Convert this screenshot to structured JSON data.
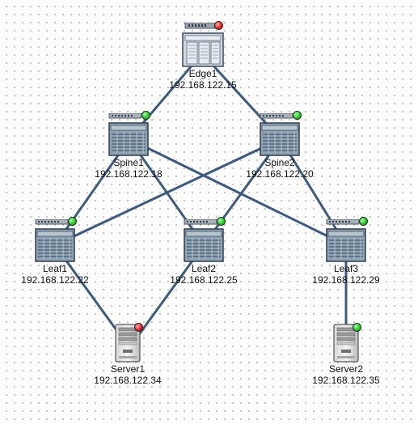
{
  "topology": {
    "nodes": [
      {
        "id": "edge1",
        "type": "router",
        "label": "Edge1",
        "ip": "192.168.122.15",
        "status": "down",
        "status_color": "#ee2222"
      },
      {
        "id": "spine1",
        "type": "switch",
        "label": "Spine1",
        "ip": "192.168.122.18",
        "status": "up",
        "status_color": "#22cc22"
      },
      {
        "id": "spine2",
        "type": "switch",
        "label": "Spine2",
        "ip": "192.168.122.20",
        "status": "up",
        "status_color": "#22cc22"
      },
      {
        "id": "leaf1",
        "type": "switch",
        "label": "Leaf1",
        "ip": "192.168.122.22",
        "status": "up",
        "status_color": "#22cc22"
      },
      {
        "id": "leaf2",
        "type": "switch",
        "label": "Leaf2",
        "ip": "192.168.122.25",
        "status": "up",
        "status_color": "#22cc22"
      },
      {
        "id": "leaf3",
        "type": "switch",
        "label": "Leaf3",
        "ip": "192.168.122.29",
        "status": "up",
        "status_color": "#22cc22"
      },
      {
        "id": "server1",
        "type": "server",
        "label": "Server1",
        "ip": "192.168.122.34",
        "status": "down",
        "status_color": "#ee2222"
      },
      {
        "id": "server2",
        "type": "server",
        "label": "Server2",
        "ip": "192.168.122.35",
        "status": "up",
        "status_color": "#22cc22"
      }
    ],
    "links": [
      {
        "from": "edge1",
        "to": "spine1"
      },
      {
        "from": "edge1",
        "to": "spine2"
      },
      {
        "from": "spine1",
        "to": "leaf1"
      },
      {
        "from": "spine1",
        "to": "leaf2"
      },
      {
        "from": "spine1",
        "to": "leaf3"
      },
      {
        "from": "spine2",
        "to": "leaf1"
      },
      {
        "from": "spine2",
        "to": "leaf2"
      },
      {
        "from": "spine2",
        "to": "leaf3"
      },
      {
        "from": "leaf1",
        "to": "server1"
      },
      {
        "from": "leaf2",
        "to": "server1"
      },
      {
        "from": "leaf3",
        "to": "server2"
      }
    ],
    "link_color": "#3d5a80",
    "canvas_background": "#ffffff"
  }
}
